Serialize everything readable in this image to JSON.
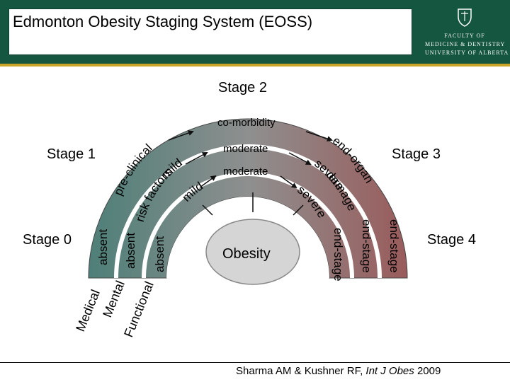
{
  "slide": {
    "title": "Edmonton Obesity Staging System (EOSS)",
    "citation_authors": "Sharma AM & Kushner RF, ",
    "citation_journal": "Int J Obes",
    "citation_year": " 2009"
  },
  "logo": {
    "line1": "FACULTY OF",
    "line2": "MEDICINE & DENTISTRY",
    "line3": "UNIVERSITY OF ALBERTA"
  },
  "stages": {
    "stage0": "Stage 0",
    "stage1": "Stage 1",
    "stage2": "Stage 2",
    "stage3": "Stage 3",
    "stage4": "Stage 4"
  },
  "center_label": "Obesity",
  "rows": {
    "medical": "Medical",
    "mental": "Mental",
    "functional": "Functional"
  },
  "arc_labels": {
    "outer_absent": "absent",
    "middle_absent": "absent",
    "inner_absent": "absent",
    "outer_preclinical": "pre-clinical",
    "outer_riskfactors": "risk factors",
    "middle_mild": "mild",
    "inner_mild": "mild",
    "outer_comorbidity": "co-morbidity",
    "middle_moderate": "moderate",
    "inner_moderate": "moderate",
    "outer_endorgan": "end-organ",
    "outer_damage": "damage",
    "middle_severe": "severe",
    "inner_severe": "severe",
    "outer_endstage": "end-stage",
    "middle_endstage": "end-stage",
    "inner_endstage": "end-stage"
  },
  "colors": {
    "header_green": "#14563f",
    "gold_rule": "#c9a227",
    "gradient_start": "#4e7f78",
    "gradient_mid": "#8f8f8f",
    "gradient_end": "#9a5a5a",
    "center_fill": "#d5d5d5"
  }
}
